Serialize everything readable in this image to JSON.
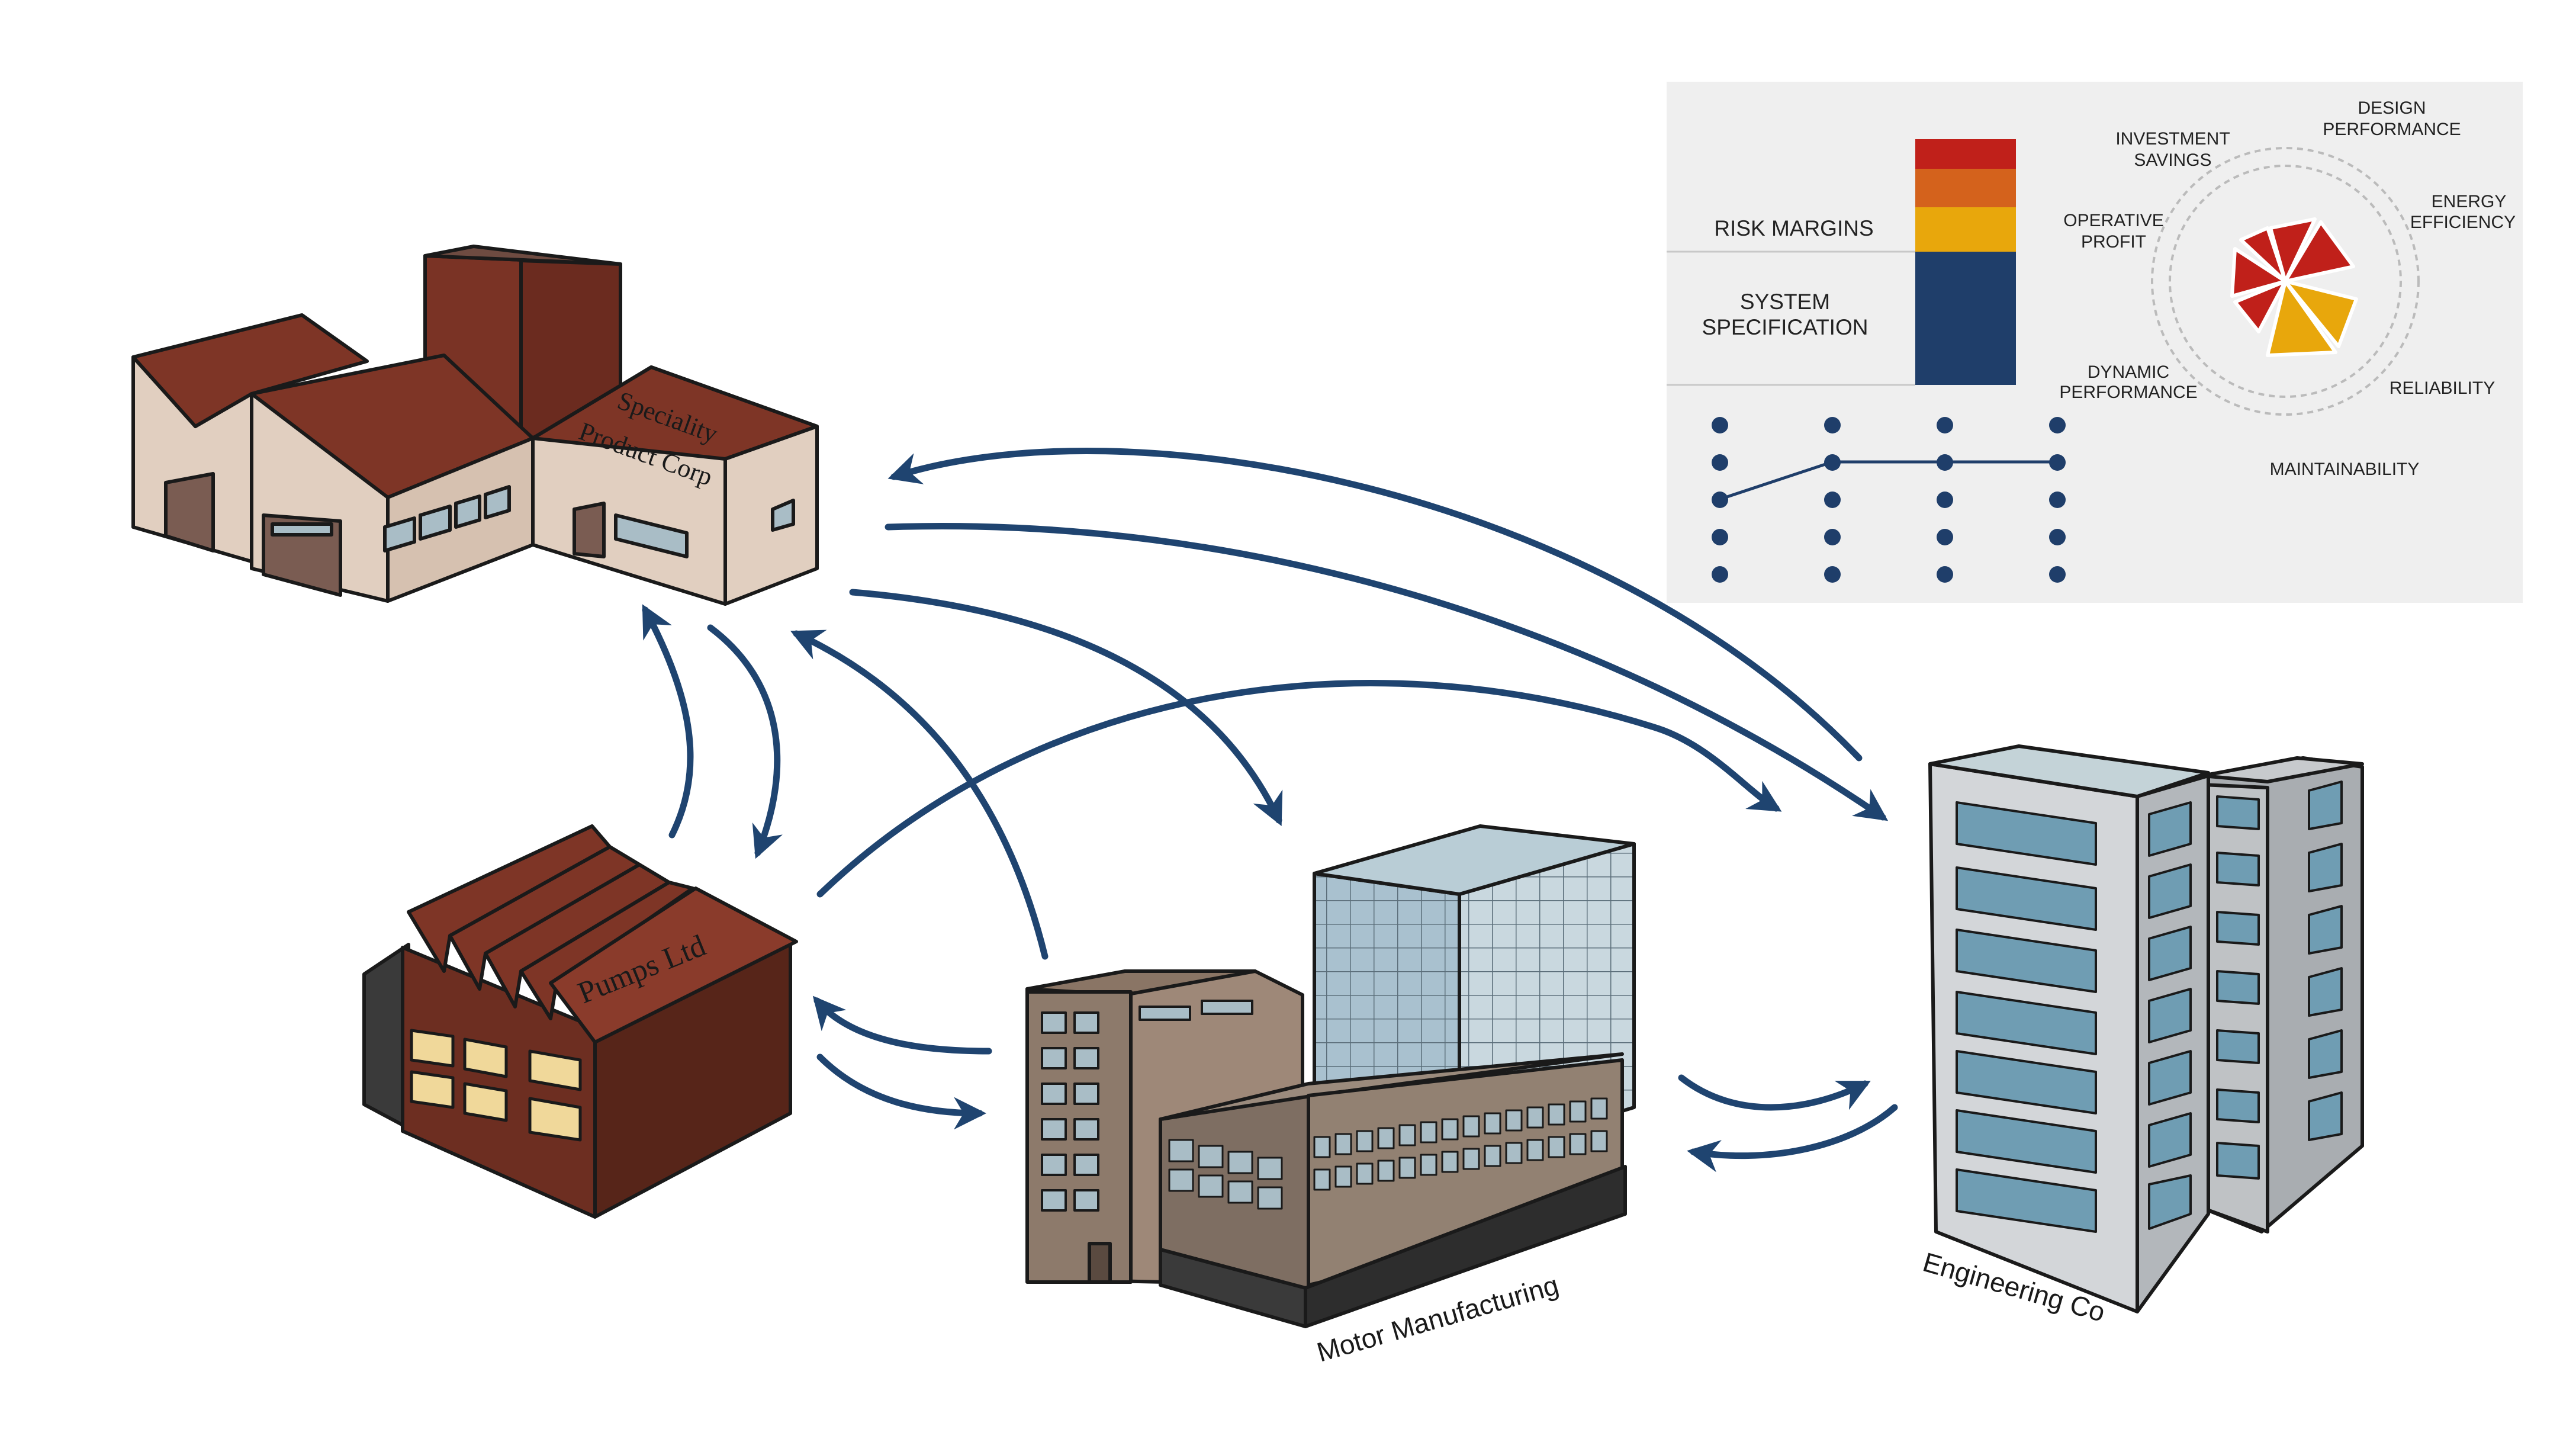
{
  "buildings": {
    "speciality": {
      "label": "Speciality Product Corp",
      "line1": "Speciality",
      "line2": "Product Corp"
    },
    "pumps": {
      "label": "Pumps Ltd"
    },
    "motor": {
      "label": "Motor Manufacturing"
    },
    "engineering": {
      "label": "Engineering Co"
    }
  },
  "panel": {
    "bar_labels": {
      "risk": "RISK MARGINS",
      "system_line1": "SYSTEM",
      "system_line2": "SPECIFICATION"
    },
    "bar_segments": [
      {
        "name": "risk-top",
        "color": "#c0201a"
      },
      {
        "name": "risk-mid",
        "color": "#d4621c"
      },
      {
        "name": "risk-low",
        "color": "#e8a70c"
      },
      {
        "name": "system",
        "color": "#1f3e6a"
      }
    ],
    "radar_labels": {
      "design": [
        "DESIGN",
        "PERFORMANCE"
      ],
      "investment": [
        "INVESTMENT",
        "SAVINGS"
      ],
      "energy": [
        "ENERGY",
        "EFFICIENCY"
      ],
      "operative": [
        "OPERATIVE",
        "PROFIT"
      ],
      "dynamic": [
        "DYNAMIC",
        "PERFORMANCE"
      ],
      "reliability": [
        "RELIABILITY"
      ],
      "maintainability": [
        "MAINTAINABILITY"
      ]
    },
    "dot_grid": {
      "columns": 4,
      "rows": 5,
      "line_levels": [
        3,
        4,
        4,
        4
      ]
    }
  },
  "colors": {
    "arrow": "#1f4470",
    "brick": "#7a3325",
    "roof": "#7e3526",
    "wall_light": "#e2d0c0",
    "panel_bg": "#efefef",
    "glass": "#7fa8bd",
    "dot": "#1f3e6a"
  }
}
